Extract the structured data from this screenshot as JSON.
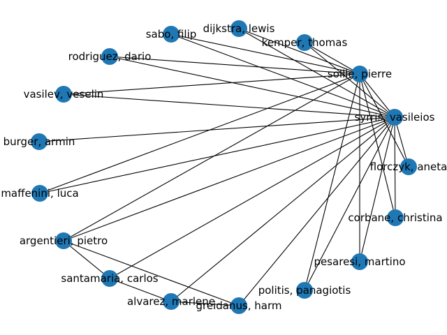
{
  "colors": {
    "node": "#1f77b4",
    "edge": "#000000",
    "background": "#ffffff"
  },
  "nodes": [
    {
      "id": "sollie",
      "label": "sollie, pierre"
    },
    {
      "id": "syrris",
      "label": "syrris, vasileios"
    },
    {
      "id": "florczyk",
      "label": "florczyk, aneta"
    },
    {
      "id": "corbane",
      "label": "corbane, christina"
    },
    {
      "id": "pesaresi",
      "label": "pesaresi, martino"
    },
    {
      "id": "politis",
      "label": "politis, panagiotis"
    },
    {
      "id": "greidanus",
      "label": "greidanus, harm"
    },
    {
      "id": "alvarez",
      "label": "alvarez, marlene"
    },
    {
      "id": "santamaria",
      "label": "santamaria, carlos"
    },
    {
      "id": "argentieri",
      "label": "argentieri, pietro"
    },
    {
      "id": "maffenini",
      "label": "maffenini, luca"
    },
    {
      "id": "burger",
      "label": "burger, armin"
    },
    {
      "id": "vasilev",
      "label": "vasilev, veselin"
    },
    {
      "id": "rodriguez",
      "label": "rodriguez, dario"
    },
    {
      "id": "sabo",
      "label": "sabo, filip"
    },
    {
      "id": "dijkstra",
      "label": "dijkstra, lewis"
    },
    {
      "id": "kemper",
      "label": "kemper, thomas"
    }
  ],
  "edges": [
    [
      "sollie",
      "syrris"
    ],
    [
      "sollie",
      "florczyk"
    ],
    [
      "sollie",
      "corbane"
    ],
    [
      "sollie",
      "pesaresi"
    ],
    [
      "sollie",
      "politis"
    ],
    [
      "sollie",
      "sabo"
    ],
    [
      "sollie",
      "dijkstra"
    ],
    [
      "sollie",
      "kemper"
    ],
    [
      "sollie",
      "rodriguez"
    ],
    [
      "sollie",
      "vasilev"
    ],
    [
      "sollie",
      "maffenini"
    ],
    [
      "sollie",
      "argentieri"
    ],
    [
      "syrris",
      "florczyk"
    ],
    [
      "syrris",
      "corbane"
    ],
    [
      "syrris",
      "pesaresi"
    ],
    [
      "syrris",
      "politis"
    ],
    [
      "syrris",
      "greidanus"
    ],
    [
      "syrris",
      "alvarez"
    ],
    [
      "syrris",
      "santamaria"
    ],
    [
      "syrris",
      "argentieri"
    ],
    [
      "syrris",
      "maffenini"
    ],
    [
      "syrris",
      "burger"
    ],
    [
      "syrris",
      "vasilev"
    ],
    [
      "syrris",
      "rodriguez"
    ],
    [
      "syrris",
      "sabo"
    ],
    [
      "syrris",
      "dijkstra"
    ],
    [
      "syrris",
      "kemper"
    ],
    [
      "argentieri",
      "santamaria"
    ],
    [
      "argentieri",
      "greidanus"
    ],
    [
      "santamaria",
      "alvarez"
    ],
    [
      "alvarez",
      "greidanus"
    ]
  ]
}
